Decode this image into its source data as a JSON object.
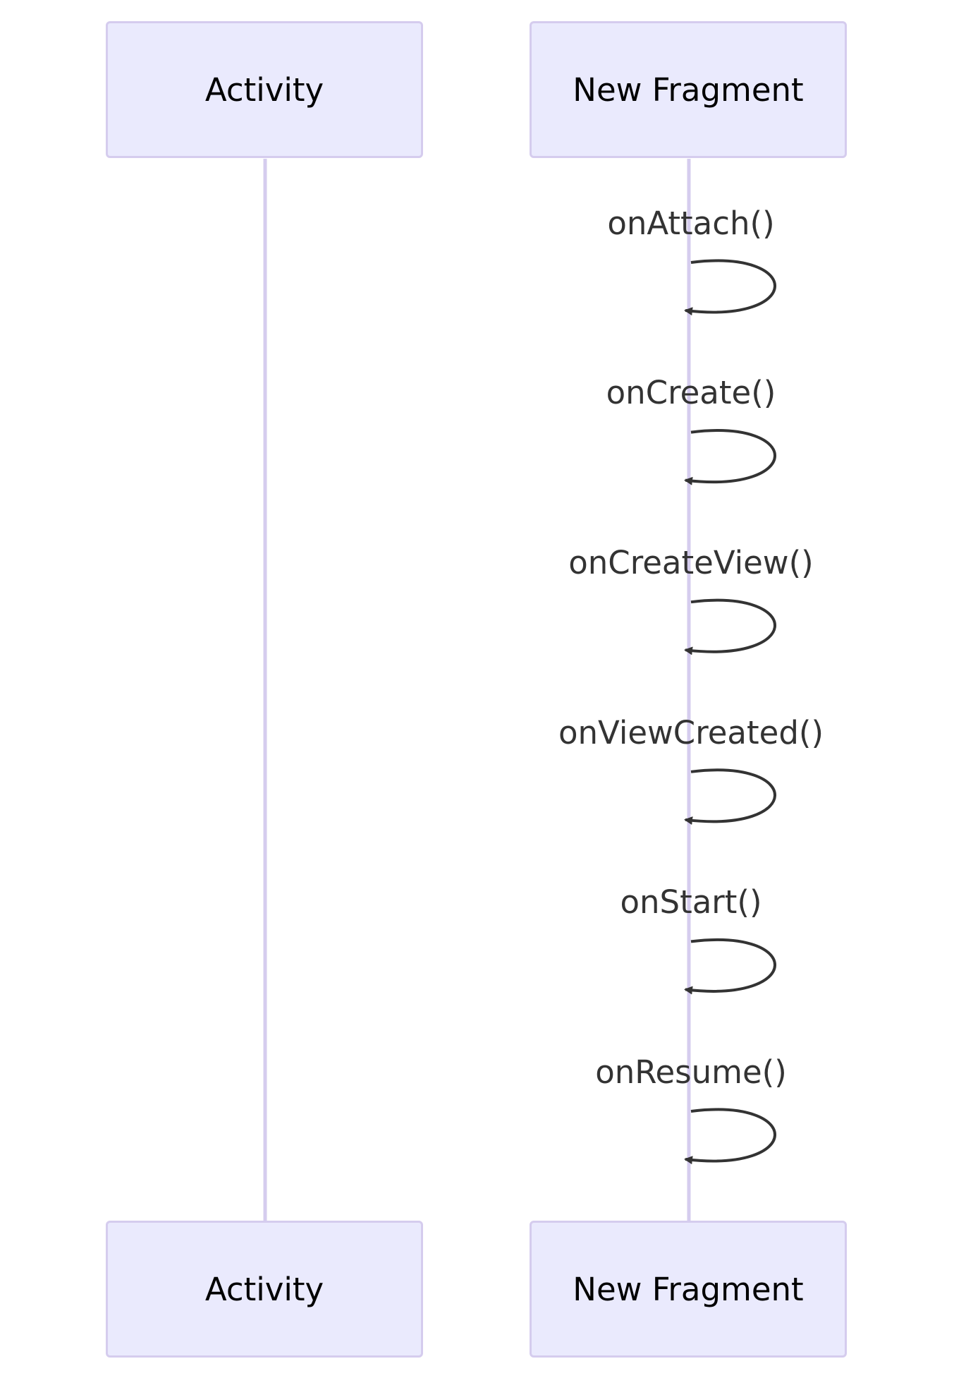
{
  "diagram": {
    "type": "sequence",
    "participants": [
      {
        "id": "activity",
        "label": "Activity"
      },
      {
        "id": "fragment",
        "label": "New Fragment"
      }
    ],
    "messages": [
      {
        "from": "fragment",
        "to": "fragment",
        "label": "onAttach()"
      },
      {
        "from": "fragment",
        "to": "fragment",
        "label": "onCreate()"
      },
      {
        "from": "fragment",
        "to": "fragment",
        "label": "onCreateView()"
      },
      {
        "from": "fragment",
        "to": "fragment",
        "label": "onViewCreated()"
      },
      {
        "from": "fragment",
        "to": "fragment",
        "label": "onStart()"
      },
      {
        "from": "fragment",
        "to": "fragment",
        "label": "onResume()"
      }
    ],
    "colors": {
      "actor_fill": "#eaeafd",
      "actor_border": "#d5ccee",
      "lifeline": "#d5ccee",
      "arrow": "#333333"
    }
  }
}
